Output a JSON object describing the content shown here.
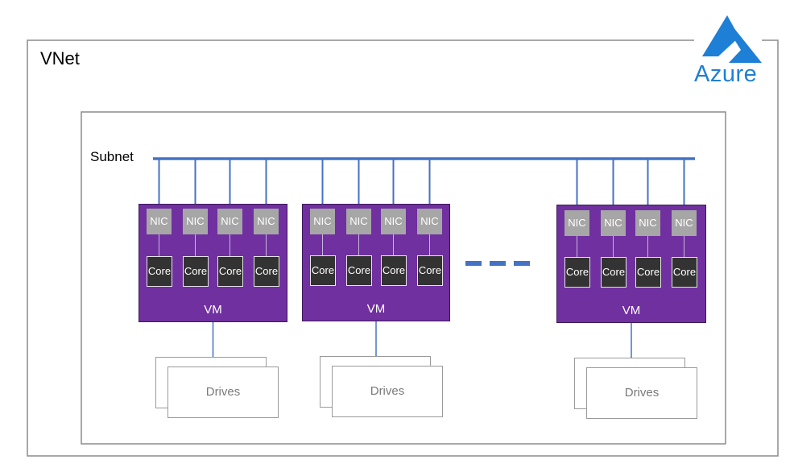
{
  "vnet": {
    "label": "VNet"
  },
  "subnet": {
    "label": "Subnet"
  },
  "logo": {
    "text": "Azure",
    "color": "#1e7fd6"
  },
  "colors": {
    "line": "#4472c4",
    "vm": "#7030a0",
    "nic": "#a6a6a6",
    "core": "#333333",
    "border": "#8c8c8c"
  },
  "vms": [
    {
      "label": "VM",
      "nics": [
        "NIC",
        "NIC",
        "NIC",
        "NIC"
      ],
      "cores": [
        "Core",
        "Core",
        "Core",
        "Core"
      ],
      "drives_label": "Drives"
    },
    {
      "label": "VM",
      "nics": [
        "NIC",
        "NIC",
        "NIC",
        "NIC"
      ],
      "cores": [
        "Core",
        "Core",
        "Core",
        "Core"
      ],
      "drives_label": "Drives"
    },
    {
      "label": "VM",
      "nics": [
        "NIC",
        "NIC",
        "NIC",
        "NIC"
      ],
      "cores": [
        "Core",
        "Core",
        "Core",
        "Core"
      ],
      "drives_label": "Drives"
    }
  ]
}
